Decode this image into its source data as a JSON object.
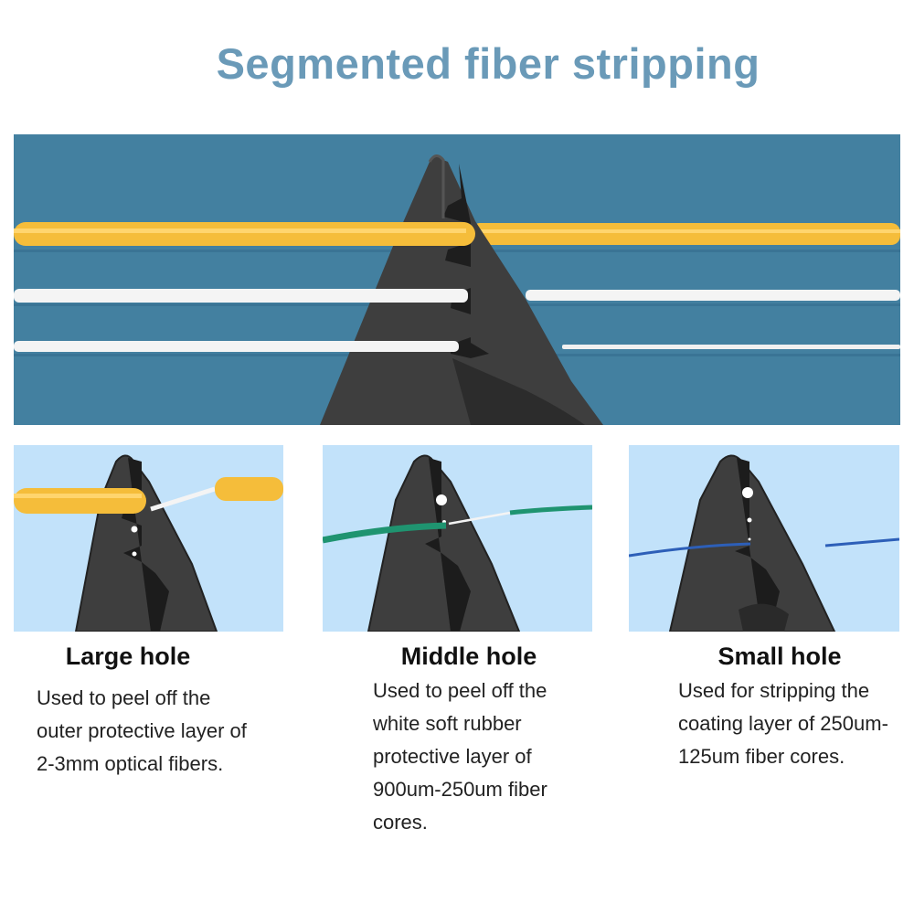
{
  "title": "Segmented fiber stripping",
  "colors": {
    "title": "#6a9ab8",
    "hero_background": "#4380a0",
    "panel_background": "#c2e2fa",
    "tool_body": "#3e3e3e",
    "fiber_yellow": "#f5bd3a",
    "fiber_white": "#f4f4f4",
    "fiber_green": "#1f9470",
    "fiber_blue": "#2d5fb8"
  },
  "hero": {
    "illustration": "fiber-stripper-jaw-with-three-fibers"
  },
  "panels": [
    {
      "id": "large",
      "title": "Large hole",
      "description": "Used to peel off the outer protective layer of 2-3mm optical fibers.",
      "fiber_color": "yellow"
    },
    {
      "id": "middle",
      "title": "Middle hole",
      "description": "Used to peel off the white soft rubber protective layer of 900um-250um fiber cores.",
      "fiber_color": "green"
    },
    {
      "id": "small",
      "title": "Small hole",
      "description": "Used for stripping the coating layer of 250um-125um fiber cores.",
      "fiber_color": "blue"
    }
  ]
}
